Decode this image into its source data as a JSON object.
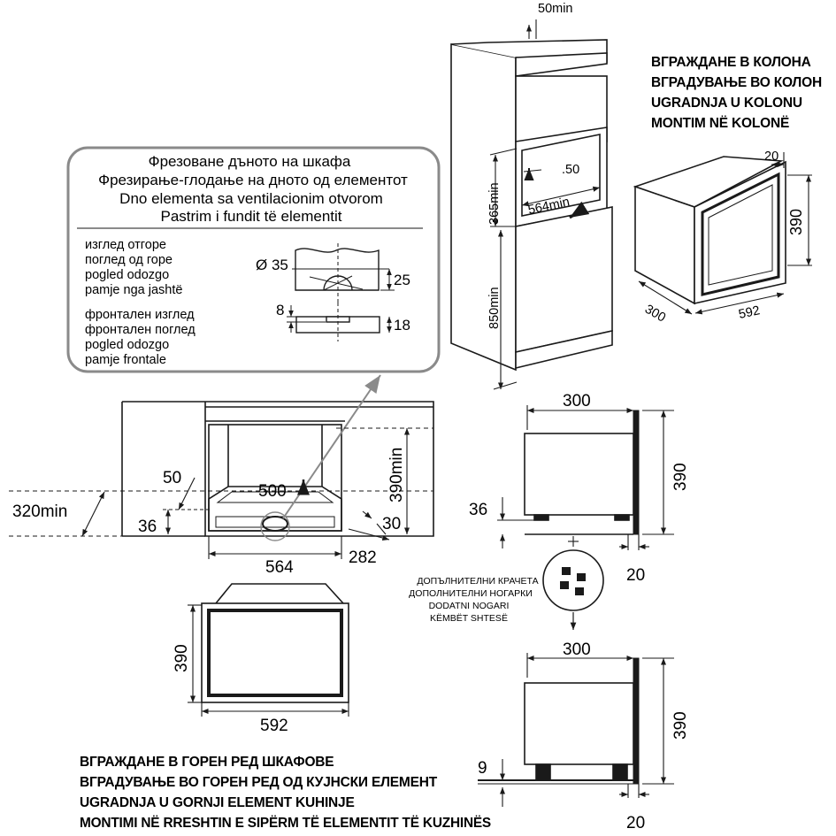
{
  "column_heading": [
    "ВГРАЖДАНЕ В КОЛОНА",
    "ВГРАДУВАЊЕ ВО КОЛОН",
    "UGRADNJA U KOLONU",
    "MONTIM NË KOLONË"
  ],
  "upper_heading": [
    "ВГРАЖДАНЕ В ГОРЕН РЕД ШКАФОВЕ",
    "ВГРАДУВАЊЕ ВО ГОРЕН РЕД ОД КУЈНСКИ ЕЛЕМЕНТ",
    "UGRADNJA U GORNJI ELEMENT KUHINJE",
    "MONTIMI NË RRESHTIN E SIPËRM TË ELEMENTIT TË KUZHINËS"
  ],
  "callout": {
    "title": [
      "Фрезоване дъното на шкафа",
      "Фрезирање-глодање на дното од елементот",
      "Dno elementa sa ventilacionim otvorom",
      "Pastrim i fundit të elementit"
    ],
    "top_view": [
      "изглед отгоре",
      "поглед од горе",
      "pogled odozgo",
      "pamje nga jashtë"
    ],
    "front_view": [
      "фронтален изглед",
      "фронтален поглед",
      "pogled odozgo",
      "pamje frontale"
    ],
    "hole_diameter": "Ø 35",
    "dim_25": "25",
    "dim_8": "8",
    "dim_18": "18"
  },
  "column_dims": {
    "top_gap": "50min",
    "vent": ".50",
    "niche_width": "564min",
    "niche_height": "365min",
    "base_height": "850min"
  },
  "appliance_dims": {
    "side_20": "20",
    "height": "390",
    "depth": "300",
    "width": "592"
  },
  "cabinet_dims": {
    "d50": "50",
    "d500": "500",
    "d390min": "390min",
    "d320min": "320min",
    "d36": "36",
    "d30": "30",
    "d564": "564",
    "d282": "282"
  },
  "side1_dims": {
    "depth": "300",
    "height": "390",
    "feet": "36",
    "gap": "20"
  },
  "feet_labels": [
    "ДОПЪЛНИТЕЛНИ КРАЧЕТА",
    "ДОПОЛНИТЕЛНИ НОГАРКИ",
    "DODATNI NOGARI",
    "KËMBËT SHTESË"
  ],
  "front_dims": {
    "height": "390",
    "width": "592"
  },
  "side2_dims": {
    "depth": "300",
    "height": "390",
    "feet": "9",
    "gap": "20"
  }
}
